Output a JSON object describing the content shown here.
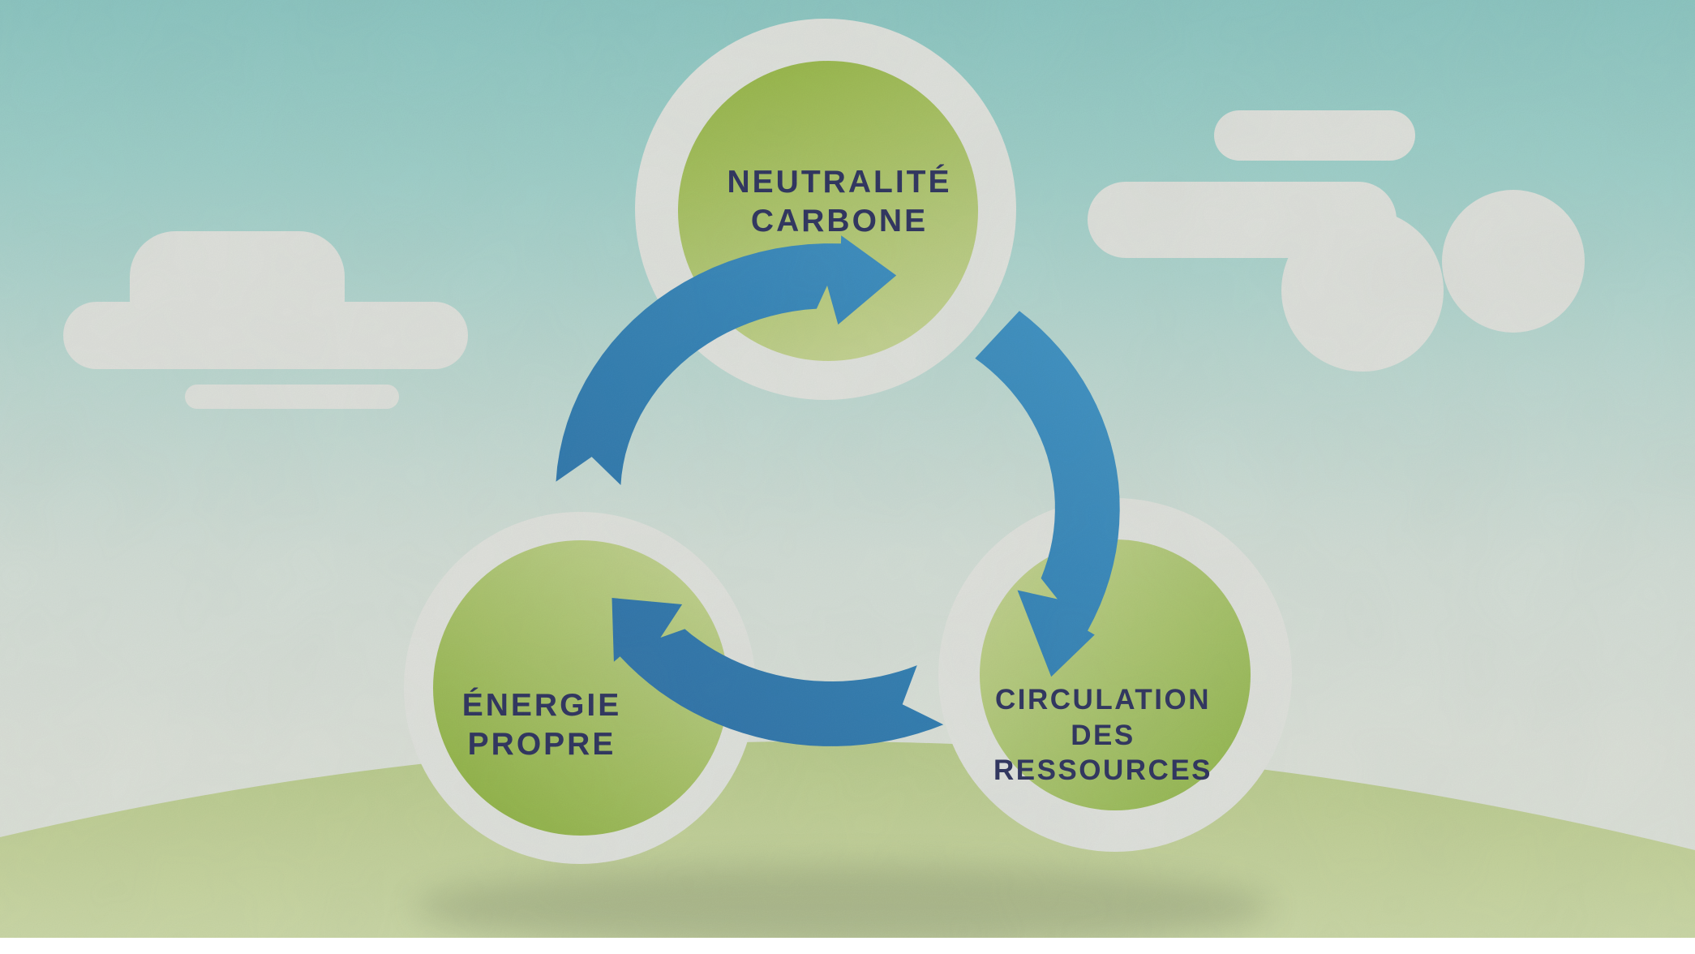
{
  "diagram": {
    "type": "cycle-diagram",
    "cycle_nodes": [
      {
        "id": "neutralite-carbone",
        "label_line1": "NEUTRALITÉ",
        "label_line2": "CARBONE"
      },
      {
        "id": "energie-propre",
        "label_line1": "ÉNERGIE",
        "label_line2": "PROPRE"
      },
      {
        "id": "circulation-des-ressources",
        "label_line1": "CIRCULATION",
        "label_line2": "DES",
        "label_line3": "RESSOURCES"
      }
    ],
    "cycle_direction": "clockwise",
    "colors": {
      "node_green_dark": "#8fb342",
      "node_green_light": "#c6d493",
      "arrow_blue_light": "#3a90c3",
      "arrow_blue_dark": "#2a6ca4",
      "label_navy": "#2a2f5c",
      "sky_teal_top": "#8ac6c2",
      "sky_pale_bottom": "#e0e4dc",
      "paper_white": "#e2e4df",
      "hill_green_top": "#b6c986",
      "hill_green_bottom": "#ccd9a6"
    }
  }
}
